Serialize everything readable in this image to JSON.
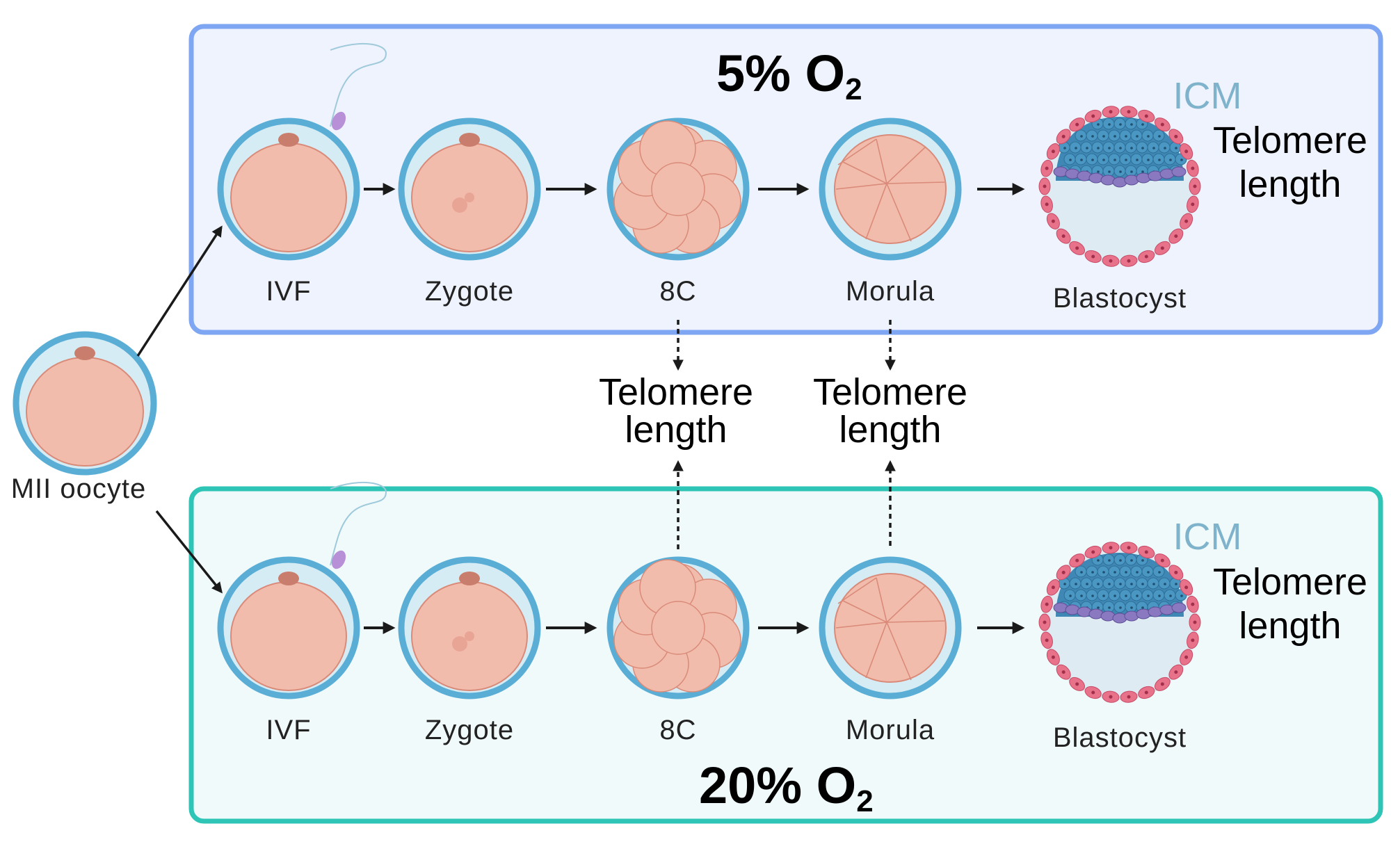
{
  "start_label": "MII oocyte",
  "panels": [
    {
      "id": "low",
      "title_main": "5% O",
      "title_sub": "2",
      "border_color": "#7ea6f2",
      "fill_color": "#eff3fd",
      "stages": [
        "IVF",
        "Zygote",
        "8C",
        "Morula",
        "Blastocyst"
      ],
      "icm_label": "ICM",
      "telomere_line1": "Telomere",
      "telomere_line2": "length"
    },
    {
      "id": "high",
      "title_main": "20% O",
      "title_sub": "2",
      "border_color": "#2ec4b6",
      "fill_color": "#f0fafb",
      "stages": [
        "IVF",
        "Zygote",
        "8C",
        "Morula",
        "Blastocyst"
      ],
      "icm_label": "ICM",
      "telomere_line1": "Telomere",
      "telomere_line2": "length"
    }
  ],
  "middle_measurements": [
    {
      "stage": "8C",
      "line1": "Telomere",
      "line2": "length"
    },
    {
      "stage": "Morula",
      "line1": "Telomere",
      "line2": "length"
    }
  ],
  "colors": {
    "zona": "#5aaed6",
    "zona_fill": "#d6ecf5",
    "cytoplasm": "#f2bcac",
    "cytoplasm_edge": "#d98a78",
    "polar_body": "#c97e6d",
    "icm_cell": "#4a97c4",
    "trophectoderm": "#e8728a",
    "interface_cell": "#8a78c0",
    "sperm_head": "#b890d8",
    "arrow": "#1a1a1a"
  }
}
